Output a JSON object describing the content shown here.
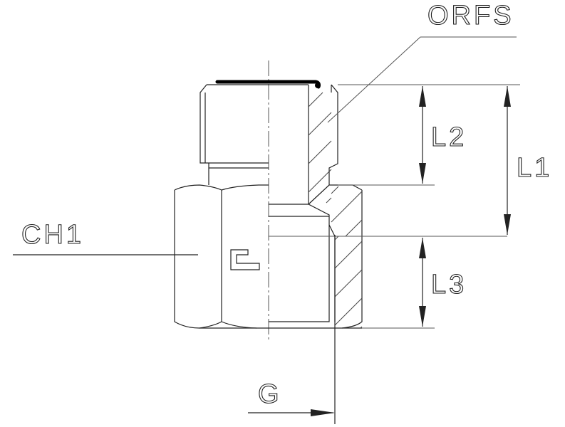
{
  "drawing": {
    "labels": {
      "orfs": "ORFS",
      "l1": "L1",
      "l2": "L2",
      "l3": "L3",
      "ch1": "CH1",
      "g": "G"
    },
    "colors": {
      "line": "#222222",
      "seal": "#000000"
    }
  }
}
